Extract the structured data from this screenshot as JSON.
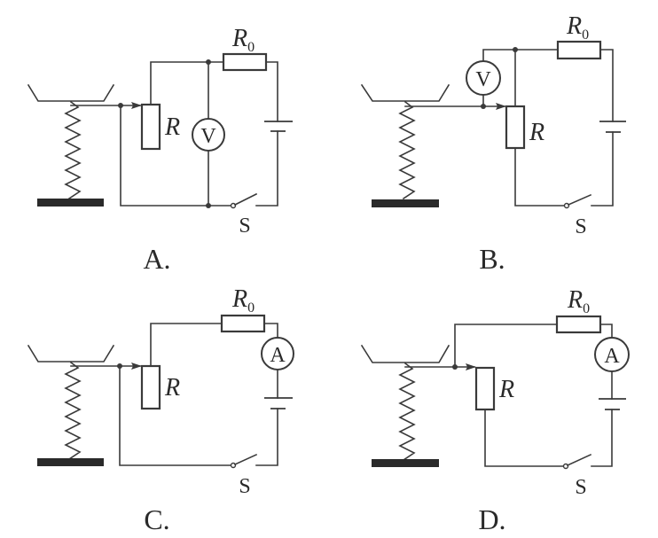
{
  "figure": {
    "description": "Four circuit options for an electronic scale: spring-loaded pan moves a slider on rheostat R in series with R0, battery and switch S",
    "colors": {
      "ink": "#3a3a3a",
      "background": "#ffffff",
      "base": "#2a2a2a"
    },
    "symbols": {
      "rheostat": "R",
      "fixed_resistor": "R",
      "fixed_resistor_subscript": "0",
      "switch": "S",
      "voltmeter": "V",
      "ammeter": "A"
    },
    "panels": [
      {
        "label": "A.",
        "meter": "V",
        "meter_type": "voltmeter",
        "meter_position": "parallel across R"
      },
      {
        "label": "B.",
        "meter": "V",
        "meter_type": "voltmeter",
        "meter_position": "between slider and top of R"
      },
      {
        "label": "C.",
        "meter": "A",
        "meter_type": "ammeter",
        "meter_position": "series, slider shorts lower part of R"
      },
      {
        "label": "D.",
        "meter": "A",
        "meter_type": "ammeter",
        "meter_position": "series, slider connected to top wire"
      }
    ]
  }
}
